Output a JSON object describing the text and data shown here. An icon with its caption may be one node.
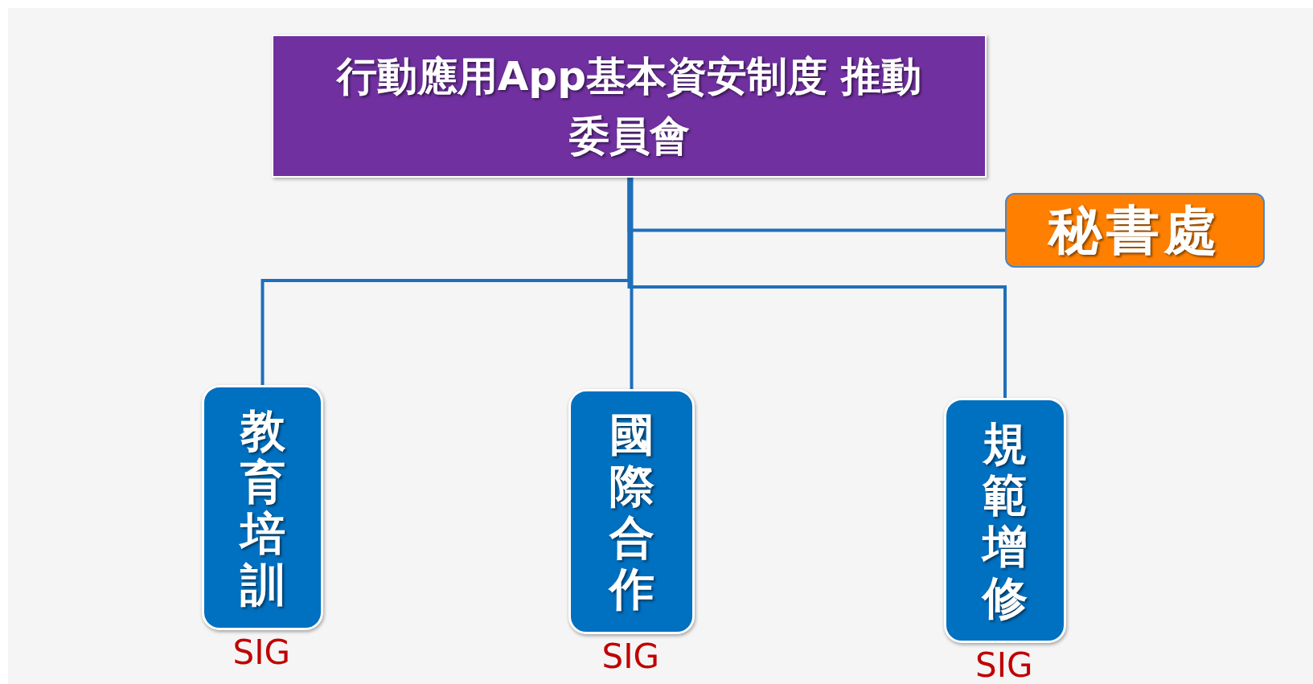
{
  "diagram": {
    "nodes": [
      {
        "text": [
          "行動應用App基本資安制度 推動委員會"
        ]
      },
      {
        "text": [
          "秘書處"
        ]
      },
      {
        "text": [
          "教育培訓"
        ],
        "beside": [
          "SIG"
        ]
      },
      {
        "text": [
          "國際合作"
        ],
        "beside": [
          "SIG"
        ]
      },
      {
        "text": [
          "規範增修"
        ],
        "beside": [
          "SIG"
        ]
      }
    ],
    "edges": [
      {
        "from": 0,
        "to": 1,
        "arrow": "none"
      },
      {
        "from": 0,
        "to": 2,
        "arrow": "none"
      },
      {
        "from": 0,
        "to": 3,
        "arrow": "none"
      },
      {
        "from": 0,
        "to": 4,
        "arrow": "none"
      }
    ]
  }
}
